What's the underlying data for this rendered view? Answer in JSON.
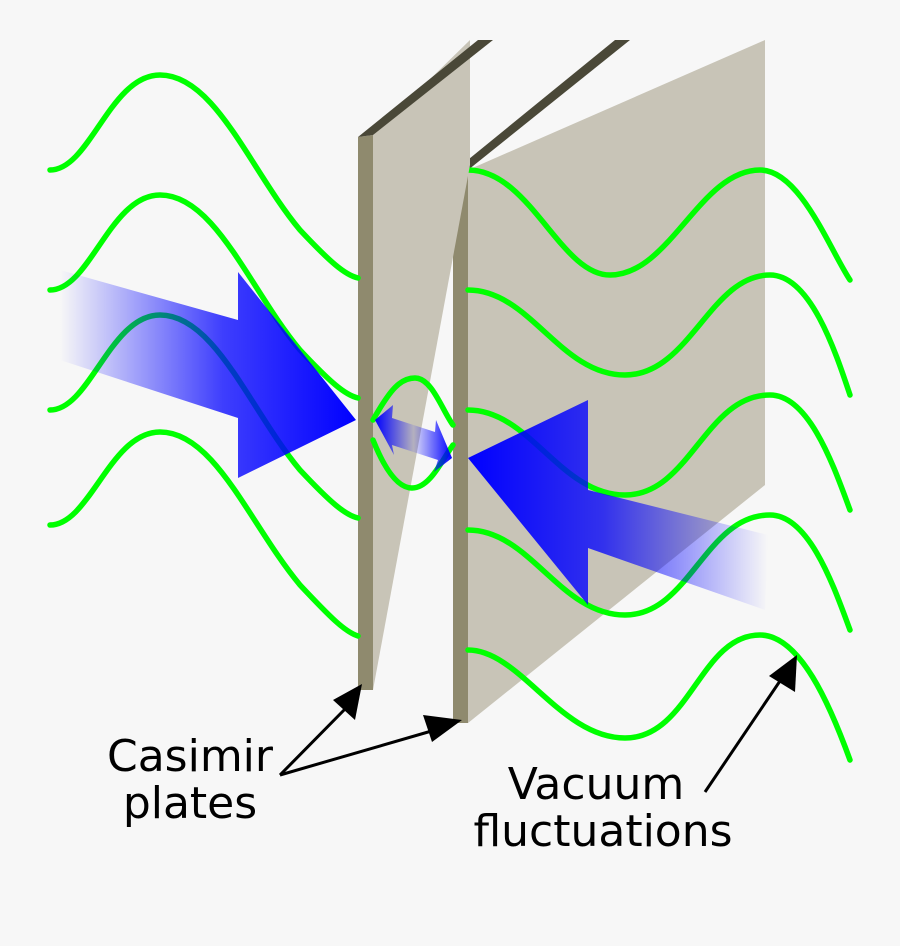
{
  "labels": {
    "casimir_line1": "Casimir",
    "casimir_line2": "plates",
    "vacuum_line1": "Vacuum",
    "vacuum_line2": "fluctuations"
  },
  "colors": {
    "background": "#f7f7f7",
    "wave": "#00ff00",
    "plate_face": "#c8c4b7",
    "plate_edge": "#8f8a6e",
    "plate_top": "#4a4838",
    "force_arrow": "#0000ff",
    "pointer_arrow": "#000000"
  },
  "icons": {
    "left_force_arrow": "arrow-right-icon",
    "right_force_arrow": "arrow-left-icon",
    "gap_arrow": "double-arrow-icon"
  }
}
